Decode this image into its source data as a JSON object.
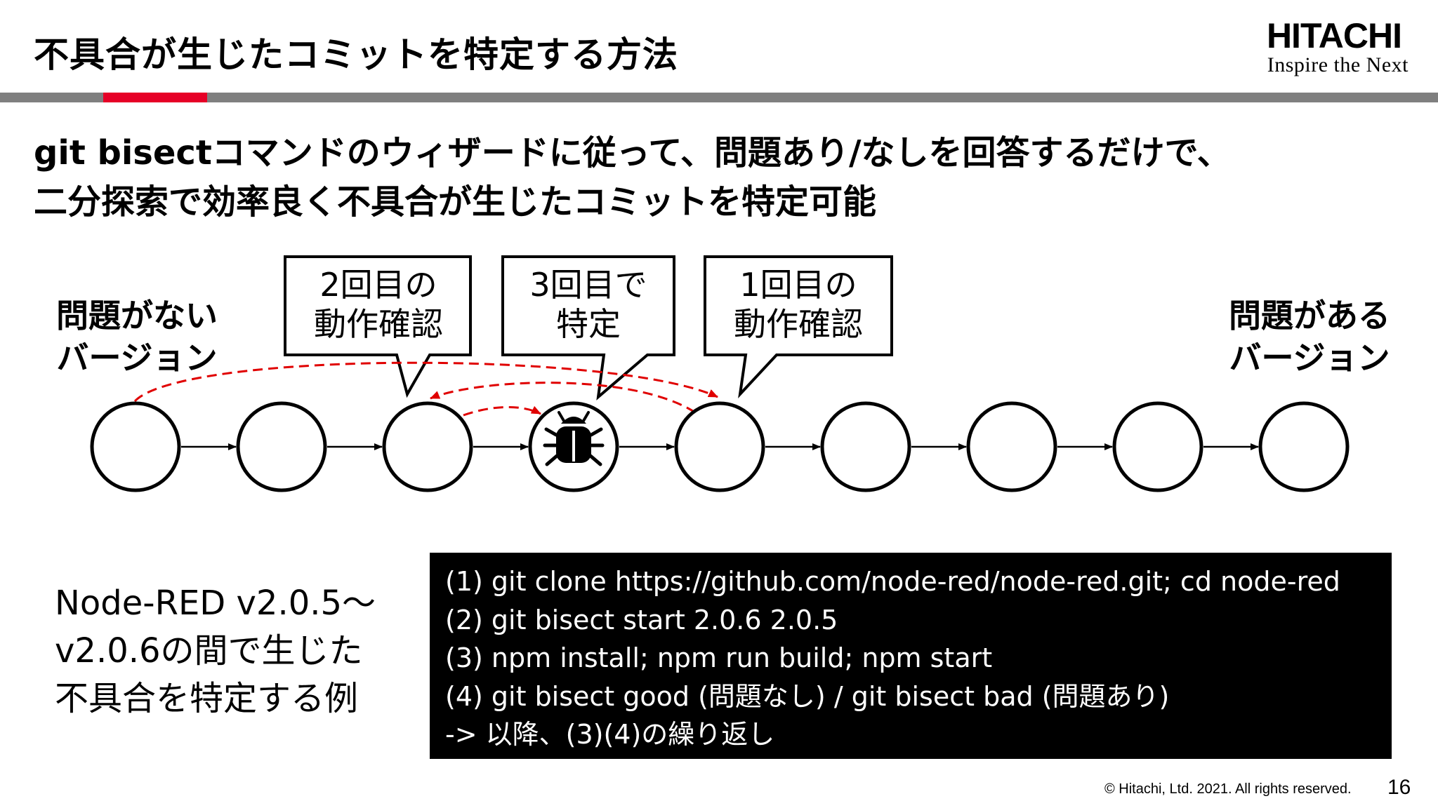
{
  "header": {
    "title": "不具合が生じたコミットを特定する方法",
    "logo_name": "HITACHI",
    "logo_tagline": "Inspire the Next",
    "accent_color": "#e60027",
    "rule_color": "#7f7f7f"
  },
  "summary": {
    "line1": "git bisectコマンドのウィザードに従って、問題あり/なしを回答するだけで、",
    "line2": "二分探索で効率良く不具合が生じたコミットを特定可能"
  },
  "diagram": {
    "left_label": [
      "問題がない",
      "バージョン"
    ],
    "right_label": [
      "問題がある",
      "バージョン"
    ],
    "bubbles": [
      {
        "line1": "2回目の",
        "line2": "動作確認"
      },
      {
        "line1": "3回目で",
        "line2": "特定"
      },
      {
        "line1": "1回目の",
        "line2": "動作確認"
      }
    ],
    "commit_count": 9,
    "bug_commit_index": 3,
    "bug_icon": "bug-icon",
    "search_arrow_color": "#e00000"
  },
  "example": {
    "lines": [
      "Node-RED v2.0.5～",
      "v2.0.6の間で生じた",
      "不具合を特定する例"
    ]
  },
  "commands": [
    "(1) git clone https://github.com/node-red/node-red.git; cd node-red",
    "(2) git bisect start 2.0.6 2.0.5",
    "(3) npm install; npm run build; npm start",
    "(4) git bisect good (問題なし) / git bisect bad (問題あり)",
    "-> 以降、(3)(4)の繰り返し"
  ],
  "footer": {
    "copyright": "© Hitachi, Ltd. 2021. All rights reserved.",
    "page_number": "16"
  }
}
